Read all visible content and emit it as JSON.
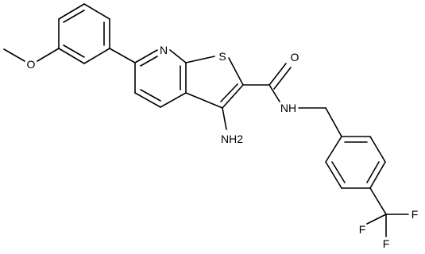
{
  "structure": {
    "atom_labels": {
      "o_methoxy": "O",
      "n_pyridine": "N",
      "s_thiophene": "S",
      "o_carbonyl": "O",
      "nh2_amino": "NH2",
      "nh_amide": "NH",
      "f_top": "F",
      "f_bottom_left": "F",
      "f_right": "F"
    }
  }
}
